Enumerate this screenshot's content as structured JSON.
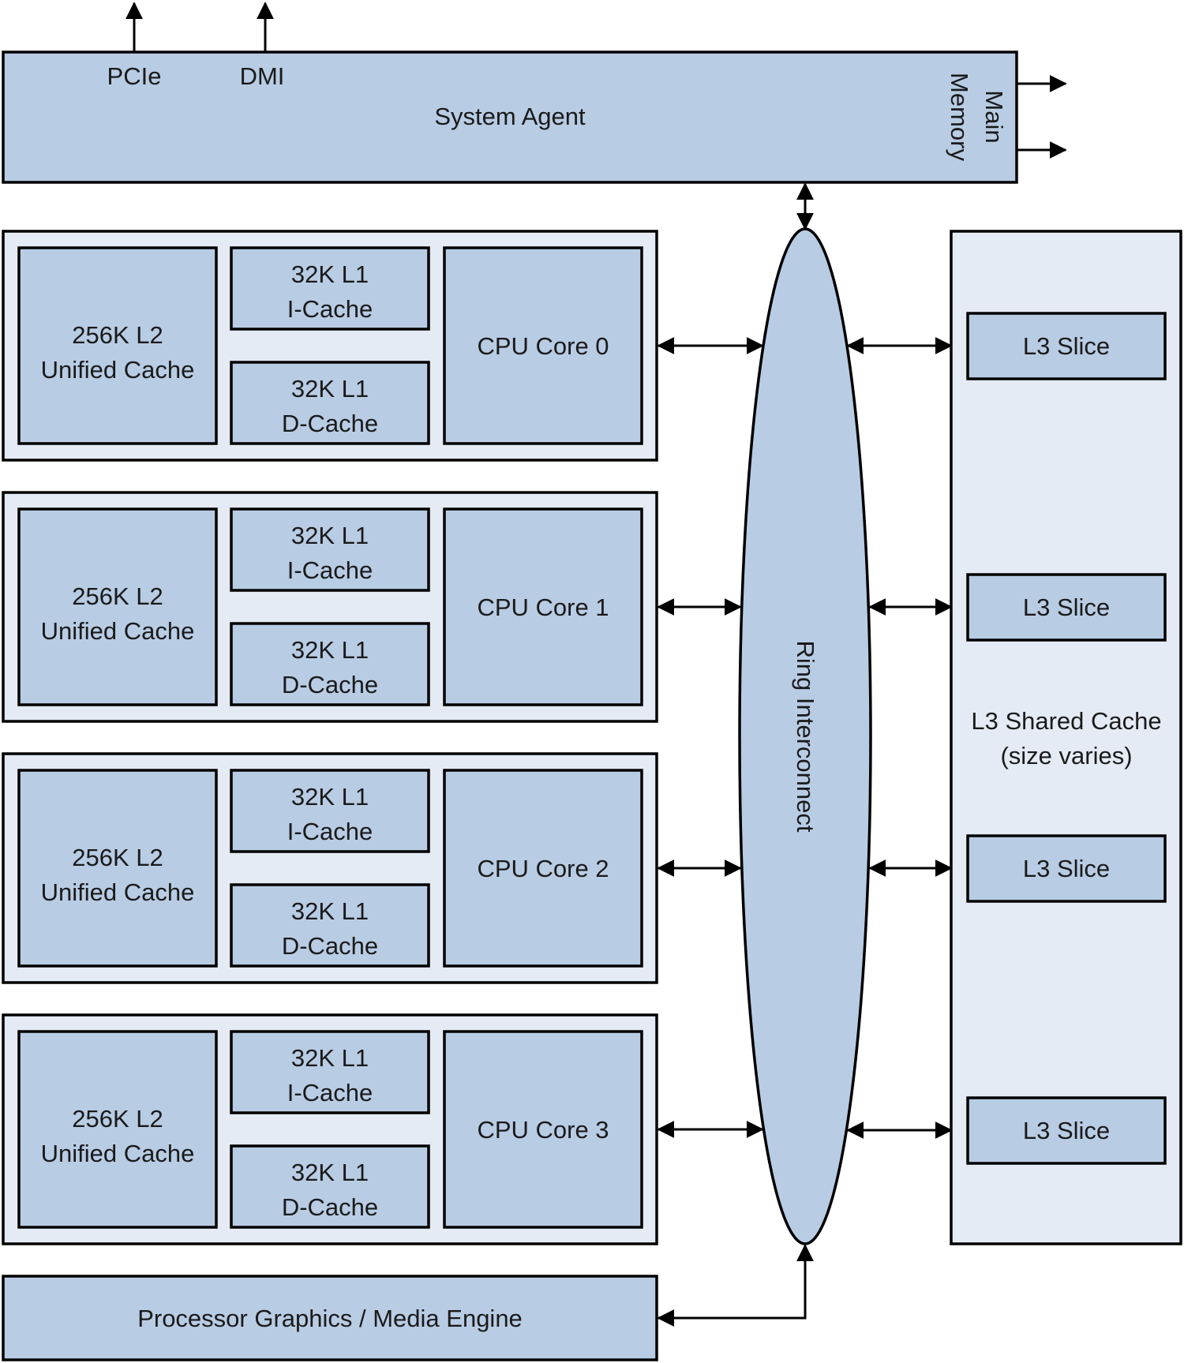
{
  "system_agent": {
    "title": "System Agent",
    "pcie": "PCIe",
    "dmi": "DMI",
    "main_memory": [
      "Main",
      "Memory"
    ]
  },
  "cores": [
    {
      "l2": [
        "256K L2",
        "Unified Cache"
      ],
      "l1i": [
        "32K L1",
        "I-Cache"
      ],
      "l1d": [
        "32K L1",
        "D-Cache"
      ],
      "core": "CPU Core 0"
    },
    {
      "l2": [
        "256K L2",
        "Unified Cache"
      ],
      "l1i": [
        "32K L1",
        "I-Cache"
      ],
      "l1d": [
        "32K L1",
        "D-Cache"
      ],
      "core": "CPU Core 1"
    },
    {
      "l2": [
        "256K L2",
        "Unified Cache"
      ],
      "l1i": [
        "32K L1",
        "I-Cache"
      ],
      "l1d": [
        "32K L1",
        "D-Cache"
      ],
      "core": "CPU Core 2"
    },
    {
      "l2": [
        "256K L2",
        "Unified Cache"
      ],
      "l1i": [
        "32K L1",
        "I-Cache"
      ],
      "l1d": [
        "32K L1",
        "D-Cache"
      ],
      "core": "CPU Core 3"
    }
  ],
  "ring": "Ring Interconnect",
  "l3": {
    "shared": [
      "L3 Shared Cache",
      "(size varies)"
    ],
    "slices": [
      "L3 Slice",
      "L3 Slice",
      "L3 Slice",
      "L3 Slice"
    ]
  },
  "graphics": "Processor Graphics / Media Engine",
  "colors": {
    "box_fill": "#b8cce4",
    "panel_fill": "#e4ebf5",
    "stroke": "#000000"
  }
}
